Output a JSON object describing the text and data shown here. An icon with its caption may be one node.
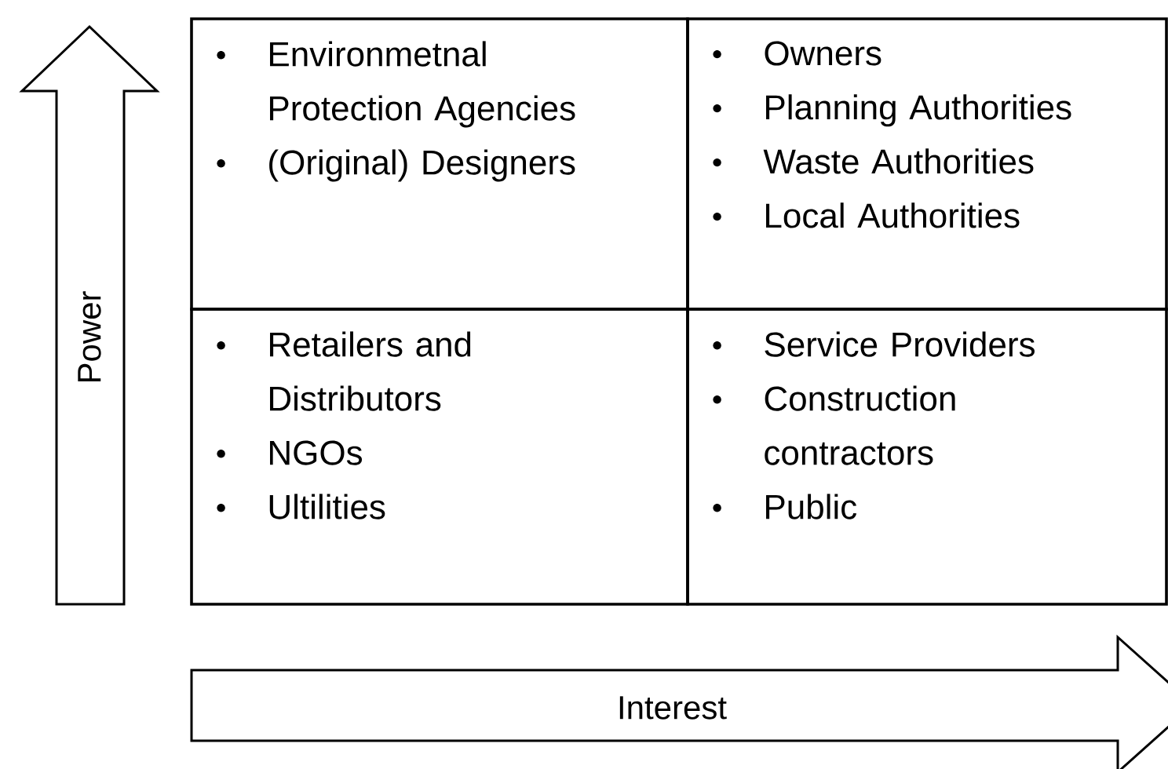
{
  "diagram": {
    "nodes": [
      {
        "text": [
          "Environmetnal Protection Agencies",
          "(Original) Designers"
        ]
      },
      {
        "text": [
          "Owners",
          "Planning Authorities",
          "Waste Authorities",
          "Local Authorities"
        ]
      },
      {
        "text": [
          "Retailers and Distributors",
          "NGOs",
          "Ultilities"
        ]
      },
      {
        "text": [
          "Service Providers",
          "Construction contractors",
          "Public"
        ]
      },
      {
        "text": [
          "Power"
        ]
      },
      {
        "text": [
          "Interest"
        ]
      }
    ]
  }
}
